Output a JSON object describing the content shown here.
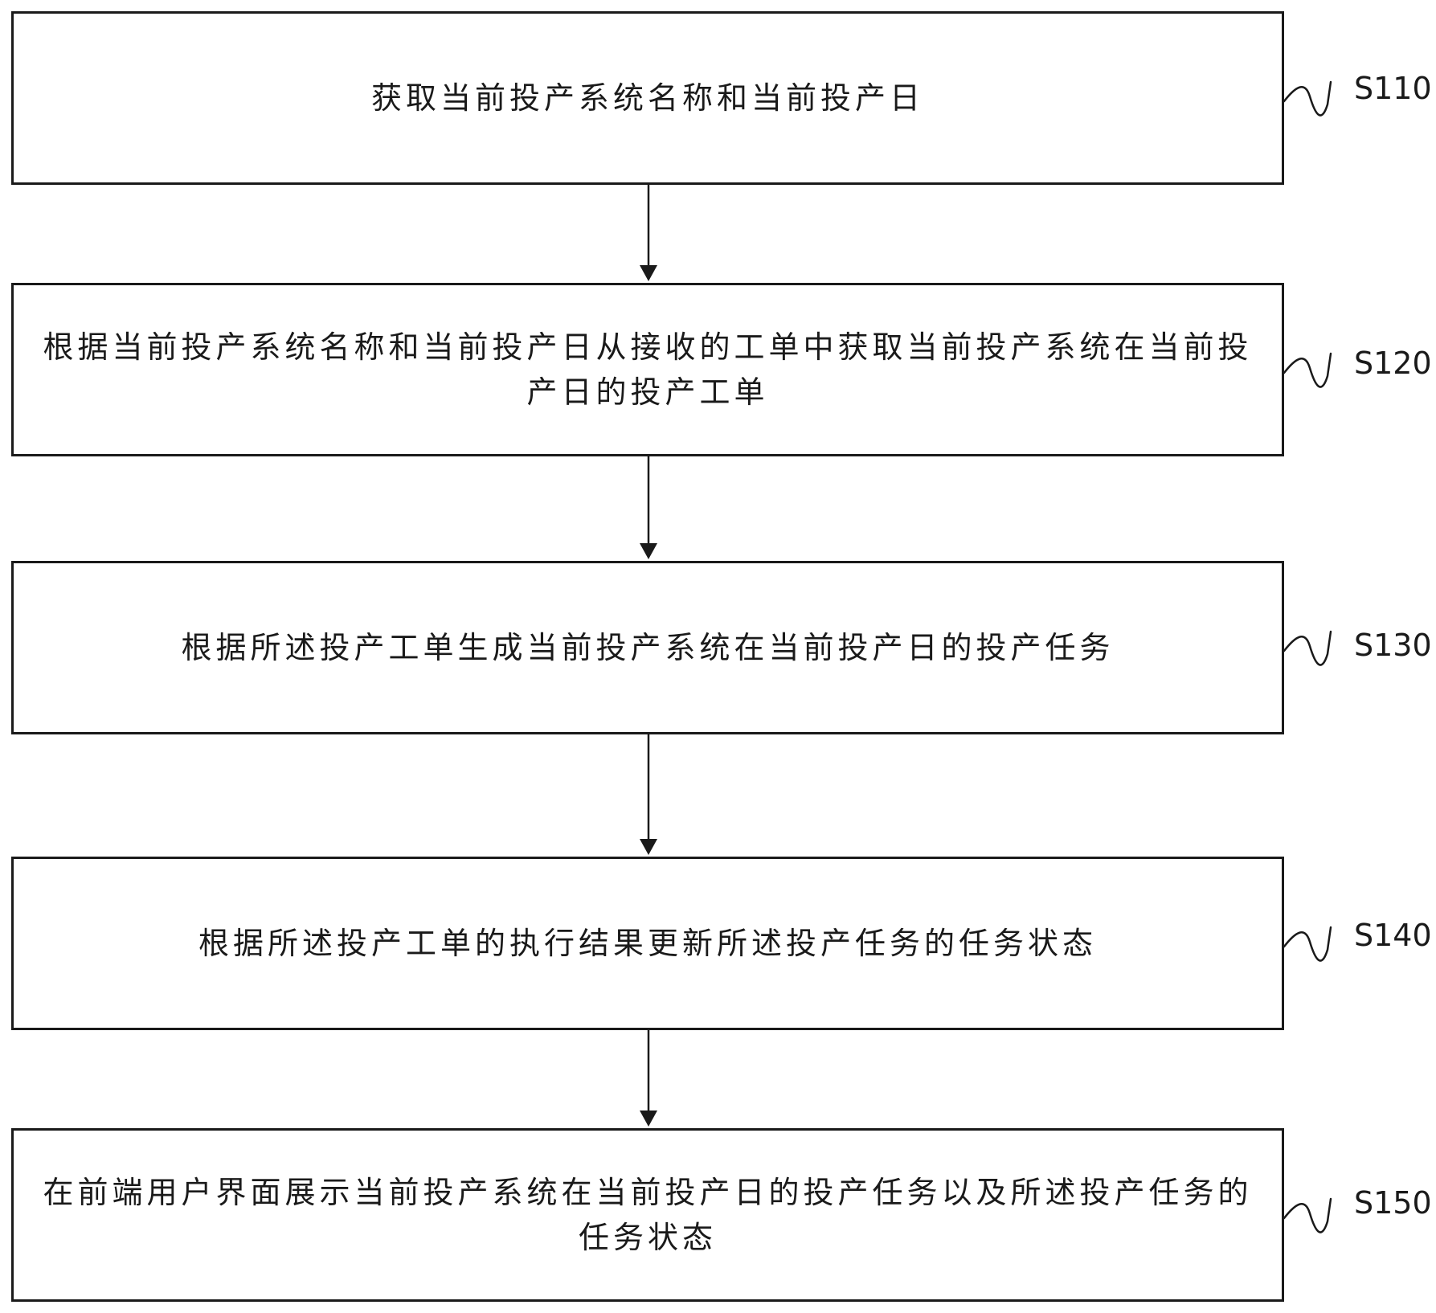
{
  "steps": [
    {
      "id": "S110",
      "text": "获取当前投产系统名称和当前投产日"
    },
    {
      "id": "S120",
      "text": "根据当前投产系统名称和当前投产日从接收的工单中获取当前投产系统在当前投产日的投产工单"
    },
    {
      "id": "S130",
      "text": "根据所述投产工单生成当前投产系统在当前投产日的投产任务"
    },
    {
      "id": "S140",
      "text": "根据所述投产工单的执行结果更新所述投产任务的任务状态"
    },
    {
      "id": "S150",
      "text": "在前端用户界面展示当前投产系统在当前投产日的投产任务以及所述投产任务的任务状态"
    }
  ]
}
